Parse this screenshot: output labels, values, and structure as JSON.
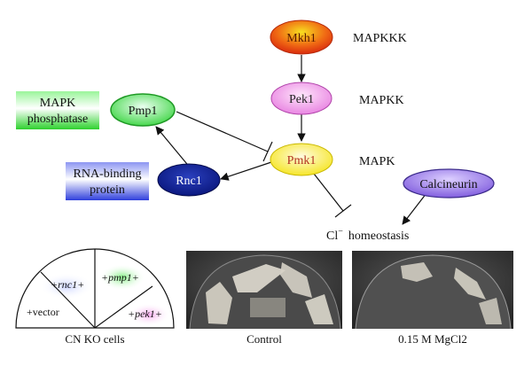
{
  "diagram": {
    "nodes": {
      "mkh1": {
        "label": "Mkh1",
        "level": "MAPKKK",
        "color": "#e8420f"
      },
      "pek1": {
        "label": "Pek1",
        "level": "MAPKK",
        "color": "#f08ce8"
      },
      "pmk1": {
        "label": "Pmk1",
        "level": "MAPK",
        "color": "#f7ee20",
        "text_color": "#c0392b"
      },
      "pmp1": {
        "label": "Pmp1",
        "color": "#4fd64f"
      },
      "rnc1": {
        "label": "Rnc1",
        "color": "#0a1a8c"
      },
      "calcineurin": {
        "label": "Calcineurin",
        "color": "#8a63e0"
      }
    },
    "tags": {
      "mapk_phosphatase": {
        "line1": "MAPK",
        "line2": "phosphatase",
        "color": "#3ed63e"
      },
      "rna_binding": {
        "line1": "RNA-binding",
        "line2": "protein",
        "color": "#3a4ae0"
      }
    },
    "outcome": {
      "ion": "Cl",
      "charge": "−",
      "word": "homeostasis"
    }
  },
  "plates": {
    "sectors": {
      "rnc1": "+rnc1+",
      "pmp1": "+pmp1+",
      "pek1": "+pek1+",
      "vector": "+vector"
    },
    "captions": {
      "cn_ko": "CN KO cells",
      "control": "Control",
      "mgcl2": "0.15 M MgCl2"
    }
  }
}
